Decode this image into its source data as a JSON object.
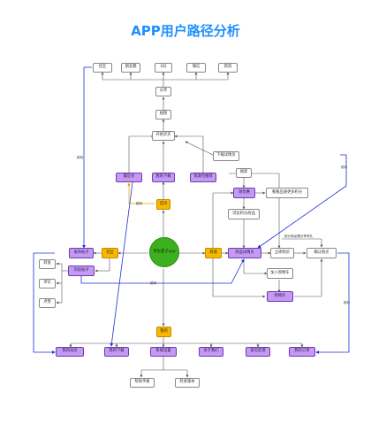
{
  "title": "APP用户路径分析",
  "colors": {
    "title": "#1e90ff",
    "purple": "#c59af5",
    "yellow": "#f7b800",
    "green": "#3cb01e",
    "blue_edge": "#1f2fd6",
    "gray_edge": "#555555"
  },
  "nodes": {
    "center": "男生夏子app",
    "share": "分享",
    "share_wechat": "社区",
    "share_weibo": "朋友圈",
    "share_qq": "QQ",
    "share_friends": "微信",
    "share_moments": "新浪",
    "photo": "拍照",
    "start_buy": "开始买买",
    "download_share": "下载详情页",
    "search": "搜索",
    "search_view": "查看",
    "recommend_buy": "最近买",
    "my_download": "我的下载",
    "resource_pack": "资源包推荐",
    "home": "首页",
    "add_to_cart": "领优惠",
    "view_more": "看看品质更多积分",
    "browse_points": "浏览积分商品",
    "mall": "商城",
    "goods_detail": "商品详情页",
    "buy_now": "立即购买",
    "confirm_buy": "确认购买",
    "join_cart": "加入购物车",
    "cart": "购物车",
    "pay_points_hint": "部分商品需分享有礼",
    "community": "社区",
    "publish_post": "发布帖子",
    "browse_post": "浏览帖子",
    "forward": "转发",
    "comment": "评论",
    "like": "点赞",
    "mine": "我的",
    "my_dynamic": "我的动态",
    "my_download2": "我的下载",
    "sys_settings": "系统设置",
    "about_us": "关于我们",
    "feedback": "意见反馈",
    "my_orders": "我的订单",
    "help": "帮助手册",
    "check_version": "检查版本"
  },
  "edge_labels": {
    "cross1": "跳转",
    "cross2": "跳转",
    "cross3": "跳转",
    "cross4": "跳转",
    "cross5": "跳转",
    "hint": "跳转"
  }
}
